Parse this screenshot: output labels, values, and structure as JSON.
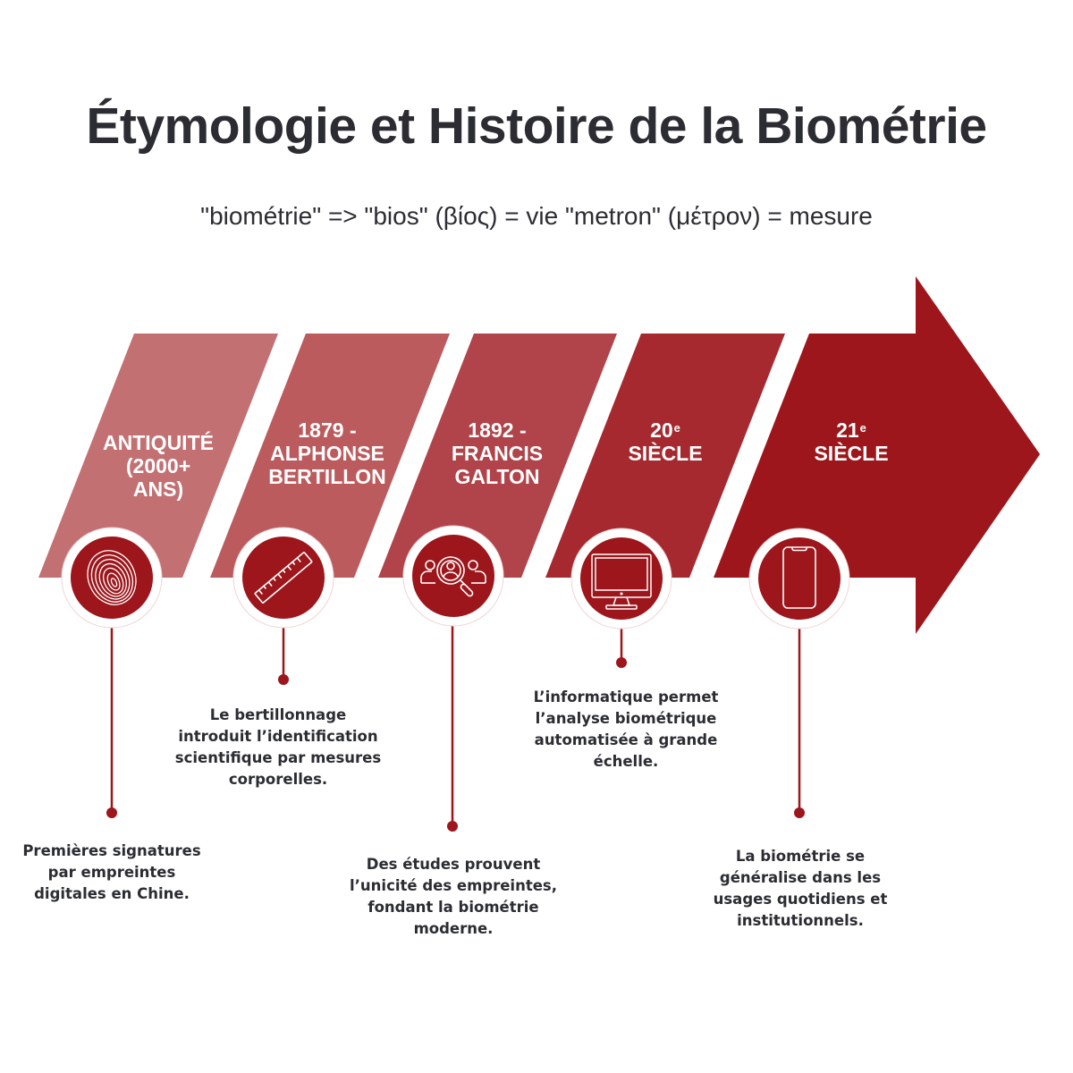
{
  "header": {
    "title": "Étymologie et Histoire de la Biométrie",
    "subtitle": "\"biométrie\"  => \"bios\" (βίος) = vie \"metron\" (μέτρον) = mesure"
  },
  "colors": {
    "stage_1": "#c37073",
    "stage_2": "#bb5b5e",
    "stage_3": "#b0444a",
    "stage_4": "#a6292f",
    "stage_5": "#9c161b",
    "icon_circle": "#9c161b",
    "connector": "#9c161b",
    "text_dark": "#2b2d33"
  },
  "timeline": {
    "stages": [
      {
        "label_lines": [
          "ANTIQUITÉ",
          "(2000+",
          "ANS)"
        ],
        "icon": "fingerprint-icon",
        "description_lines": [
          "Premières signatures",
          "par empreintes",
          "digitales en Chine."
        ]
      },
      {
        "label_lines": [
          "1879 -",
          "ALPHONSE",
          "BERTILLON"
        ],
        "icon": "ruler-icon",
        "description_lines": [
          "Le bertillonnage",
          "introduit l’identification",
          "scientifique par mesures",
          "corporelles."
        ]
      },
      {
        "label_lines": [
          "1892 -",
          "FRANCIS",
          "GALTON"
        ],
        "icon": "people-search-icon",
        "description_lines": [
          "Des études prouvent",
          "l’unicité des empreintes,",
          "fondant la biométrie",
          "moderne."
        ]
      },
      {
        "label_lines": [
          "20",
          "SIÈCLE"
        ],
        "label_sup": "e",
        "icon": "desktop-monitor-icon",
        "description_lines": [
          "L’informatique permet",
          "l’analyse biométrique",
          "automatisée à grande",
          "échelle."
        ]
      },
      {
        "label_lines": [
          "21",
          "SIÈCLE"
        ],
        "label_sup": "e",
        "icon": "smartphone-icon",
        "description_lines": [
          "La biométrie se",
          "généralise dans les",
          "usages quotidiens et",
          "institutionnels."
        ]
      }
    ]
  }
}
